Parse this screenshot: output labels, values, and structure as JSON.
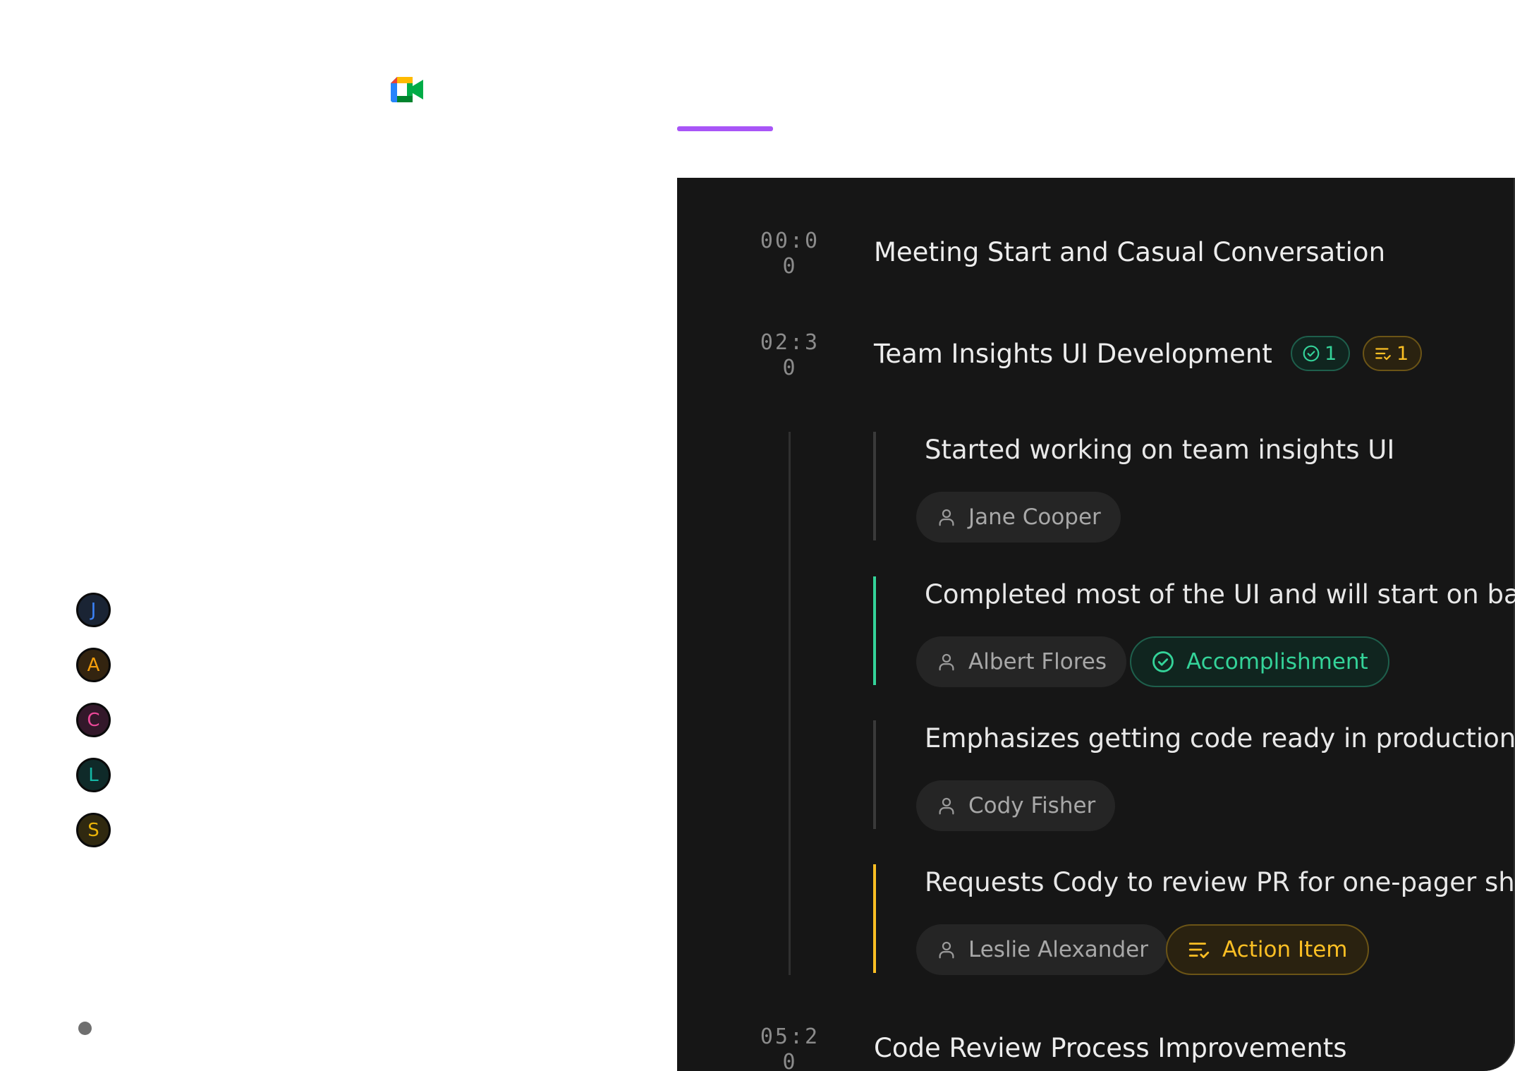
{
  "avatars": [
    {
      "letter": "J",
      "color": "#3b82f6",
      "bg": "#1a2434"
    },
    {
      "letter": "A",
      "color": "#f59e0b",
      "bg": "#332410"
    },
    {
      "letter": "C",
      "color": "#ec4899",
      "bg": "#33182a"
    },
    {
      "letter": "L",
      "color": "#14b8a6",
      "bg": "#0f2a29"
    },
    {
      "letter": "S",
      "color": "#eab308",
      "bg": "#302910"
    }
  ],
  "segments": [
    {
      "time": "00:00",
      "title": "Meeting Start and Casual Conversation"
    },
    {
      "time": "02:30",
      "title": "Team Insights UI Development",
      "accomplishment_count": "1",
      "action_count": "1"
    },
    {
      "time": "05:20",
      "title": "Code Review Process Improvements"
    }
  ],
  "items": [
    {
      "text": "Started working on team insights UI",
      "speaker": "Jane Cooper",
      "bar_color": "#3a3a3a"
    },
    {
      "text": "Completed most of the UI and will start on back",
      "speaker": "Albert Flores",
      "tag": "Accomplishment",
      "bar_color": "#34d399"
    },
    {
      "text": "Emphasizes getting code ready in production be",
      "speaker": "Cody Fisher",
      "bar_color": "#3a3a3a"
    },
    {
      "text": "Requests Cody to review PR for one-pager sha",
      "speaker": "Leslie Alexander",
      "tag": "Action Item",
      "bar_color": "#fbbf24"
    }
  ],
  "icons": {
    "app": "google-meet-icon",
    "speaker": "person-icon",
    "accomplishment": "check-circle-icon",
    "action": "list-check-icon"
  },
  "colors": {
    "accent": "#a855f7",
    "panel": "#161616",
    "accomplishment": "#34d399",
    "action_item": "#fbbf24"
  }
}
